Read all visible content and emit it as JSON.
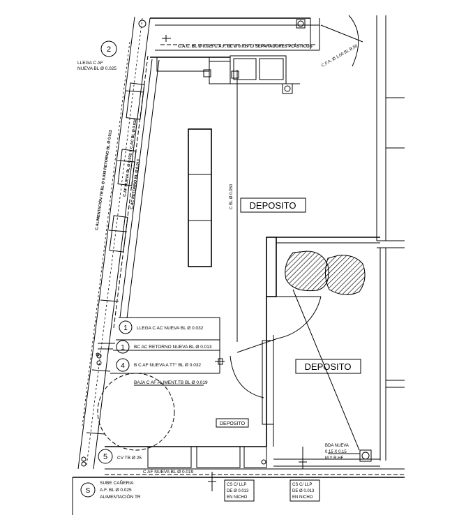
{
  "rooms": {
    "deposito_main": "DEPOSITO",
    "deposito_right": "DEPOSITO",
    "deposito_small": "DEPOSITO"
  },
  "notes": {
    "llega_caf_line1": "LLEGA C AF",
    "llega_caf_line2": "NUEVA BL Ø 0.025",
    "top_pipe": "C.A.C. BL Ø 0.025 C.A.F. BL Ø 0.019 C/ SEPARADORES PLÁSTICOS",
    "diag_pipe": "C.F.A. Ø 1.00 BL B.50",
    "vertical_pipe": "C BL Ø 0.050",
    "wall_pipe_1": "C.ALIMENTACIÓN TR BL Ø 0.038 RETORNO BL Ø 0.013",
    "wall_pipe_2": "C.AF NUEVA BL Ø 0.032 Y C.AC BL Ø 0.032",
    "wall_pipe_3": "C.AC RETORNO BL Ø 0.013",
    "row1": "LLEGA C AC NUEVA  BL Ø 0.032",
    "row2": "BC AC RETORNO NUEVA  BL Ø 0.013",
    "row3": "B C AF NUEVA A TT° BL Ø 0.032",
    "baja": "BAJA C AF ALIMENT.TB BL Ø 0.019",
    "cv_tb": "CV TB Ø 25",
    "caf_nueva": "C AF NUEVA  BL Ø 0.019",
    "sube_line1": "SUBE CAÑERIA",
    "sube_line2": "A.F. BL Ø 0.025",
    "sube_line3": "ALIMENTACIÓN  TR",
    "cs1_line1": "CS C/ LLP",
    "cs1_line2": "DE Ø 0.013",
    "cs1_line3": "EN NICHO",
    "cs2_line1": "CS C/ LLP",
    "cs2_line2": "DE Ø 0.013",
    "cs2_line3": "EN NICHO",
    "bda_line1": "BDA NUEVA",
    "bda_line2": "0.15 X 0.15",
    "bda_line3": "M Y R HF"
  },
  "markers": {
    "m_top": "2",
    "m_row1": "1",
    "m_row2": "1",
    "m_row3": "4",
    "m_bottom": "5",
    "m_s": "S"
  }
}
